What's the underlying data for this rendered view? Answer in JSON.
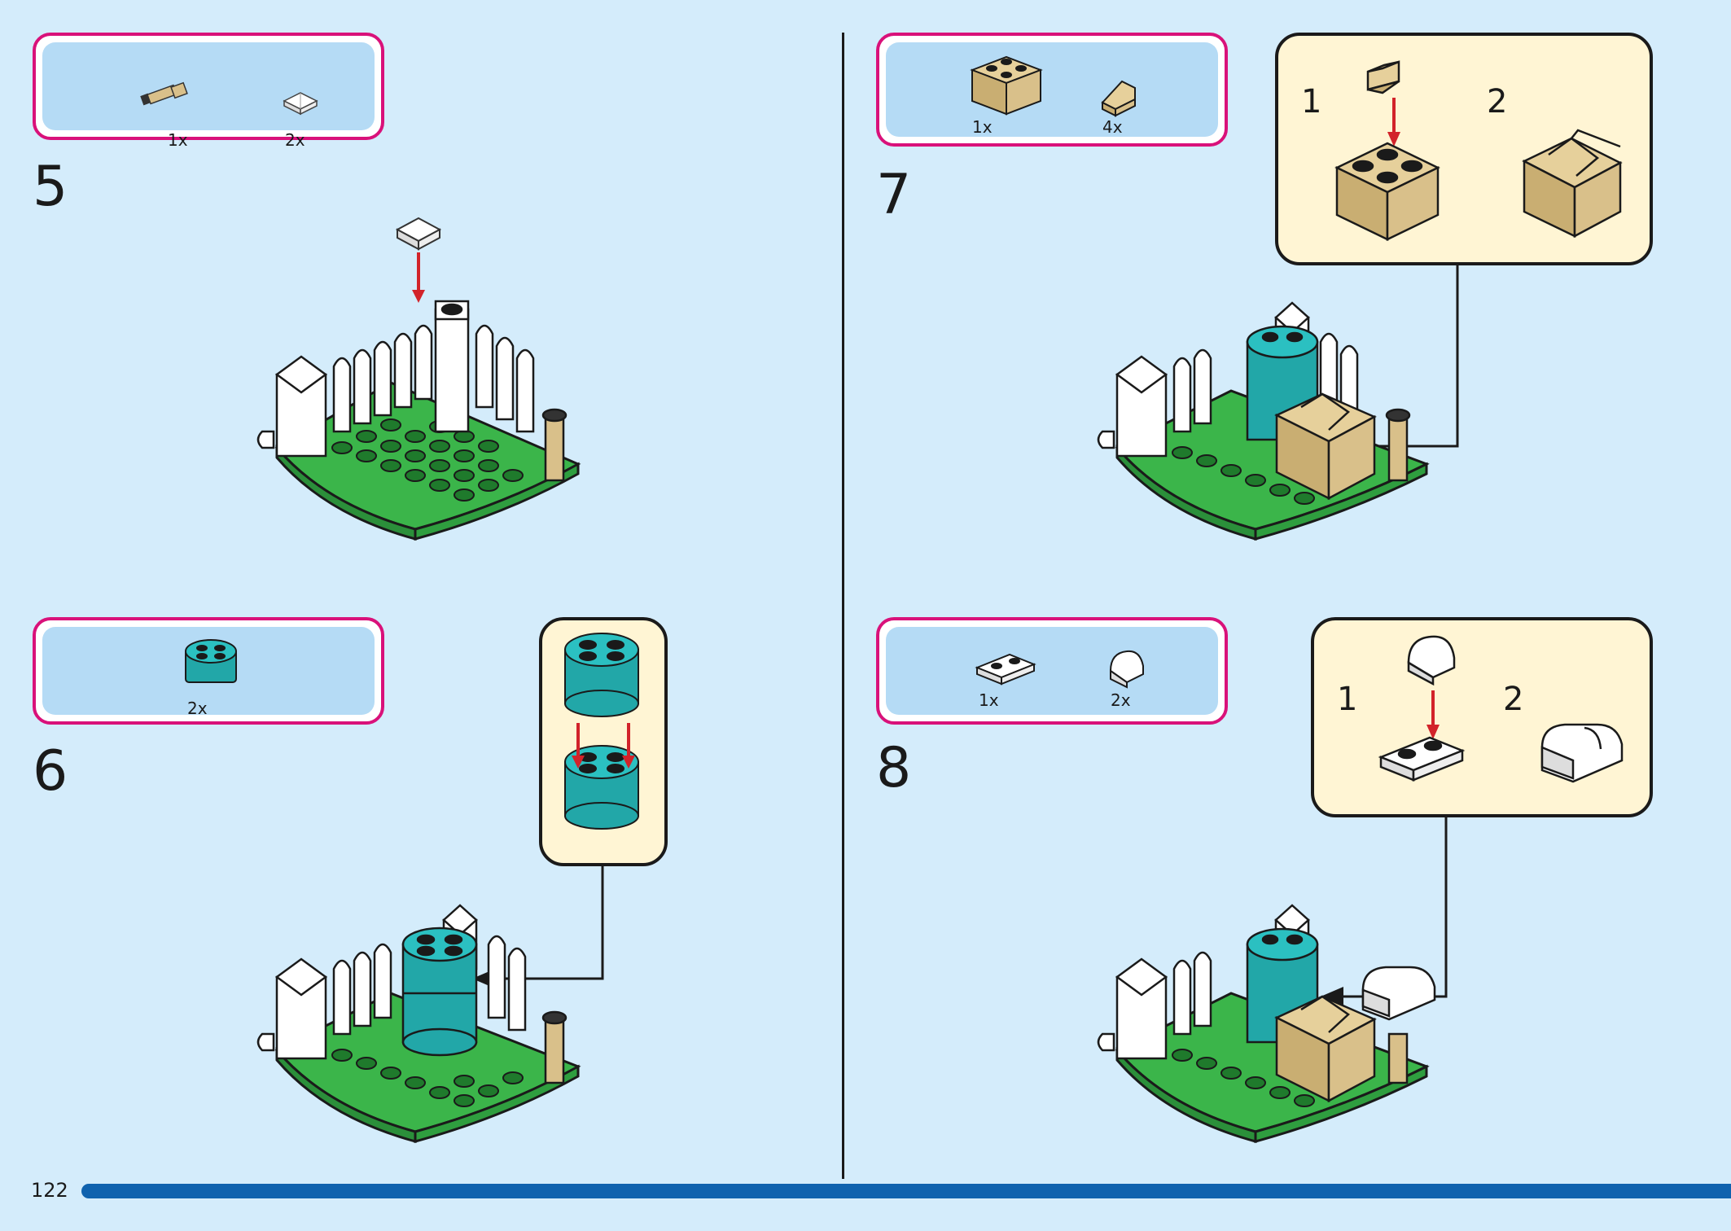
{
  "page_number": "122",
  "colors": {
    "background": "#d4ecfb",
    "frame": "#d9117a",
    "parts_bg": "#b5dbf5",
    "callout_bg": "#fff5d4",
    "bar": "#0f62ae",
    "green": "#3bb54a",
    "teal": "#22a7a8",
    "tan": "#d9c08a",
    "white_brick": "#ffffff",
    "arrow_red": "#d2232a"
  },
  "steps": [
    {
      "number": "5",
      "parts": [
        {
          "icon": "telescope-piece-icon",
          "qty": "1x"
        },
        {
          "icon": "white-pyramid-tile-icon",
          "qty": "2x"
        }
      ]
    },
    {
      "number": "6",
      "parts": [
        {
          "icon": "teal-round-brick-icon",
          "qty": "2x"
        }
      ]
    },
    {
      "number": "7",
      "parts": [
        {
          "icon": "tan-2x2-brick-icon",
          "qty": "1x"
        },
        {
          "icon": "tan-slope-icon",
          "qty": "4x"
        }
      ],
      "substeps": [
        "1",
        "2"
      ]
    },
    {
      "number": "8",
      "parts": [
        {
          "icon": "white-1x2-plate-icon",
          "qty": "1x"
        },
        {
          "icon": "white-curved-slope-icon",
          "qty": "2x"
        }
      ],
      "substeps": [
        "1",
        "2"
      ]
    }
  ]
}
